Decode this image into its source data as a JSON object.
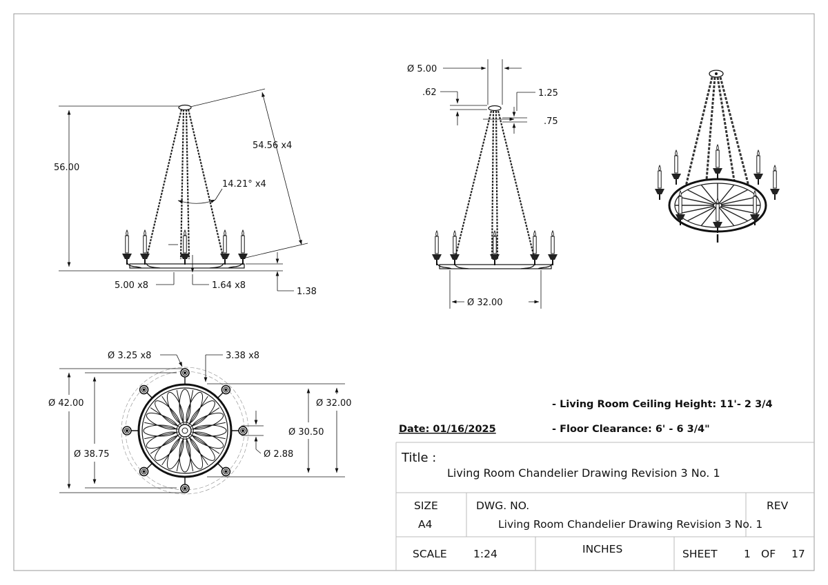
{
  "drawing": {
    "front_view": {
      "height_label": "56.00",
      "chain_length_label": "54.56 x4",
      "chain_angle_label": "14.21° x4",
      "cup_diameter_label": "5.00 x8",
      "cup_height_label": "1.64 x8",
      "ring_height_label": "1.38"
    },
    "side_view": {
      "canopy_diameter_label": "Ø 5.00",
      "canopy_thickness_label": ".62",
      "hook_label": "1.25",
      "hook_offset_label": ".75",
      "ring_diameter_label": "Ø 32.00"
    },
    "top_view": {
      "cup_diameter_label": "Ø 3.25 x8",
      "cup_offset_label": "3.38 x8",
      "outer_diameter_label": "Ø 42.00",
      "ring_outer_label": "Ø 38.75",
      "ring_diameter_label": "Ø 32.00",
      "inner_ring_label": "Ø 30.50",
      "hub_diameter_label": "Ø 2.88"
    }
  },
  "notes": {
    "ceiling_height": "- Living Room Ceiling  Height: 11'- 2 3/4",
    "floor_clearance": "- Floor Clearance: 6' - 6 3/4\"",
    "date": "Date: 01/16/2025"
  },
  "title_block": {
    "title_caption": "Title :",
    "title": "Living Room Chandelier Drawing Revision 3 No. 1",
    "size_caption": "SIZE",
    "size_value": "A4",
    "dwg_caption": "DWG. NO.",
    "dwg_value": "Living Room Chandelier Drawing Revision 3 No. 1",
    "rev_caption": "REV",
    "scale_caption": "SCALE",
    "scale_value": "1:24",
    "units": "INCHES",
    "sheet_caption": "SHEET",
    "sheet_number": "1",
    "of_caption": "OF",
    "sheet_total": "17"
  }
}
